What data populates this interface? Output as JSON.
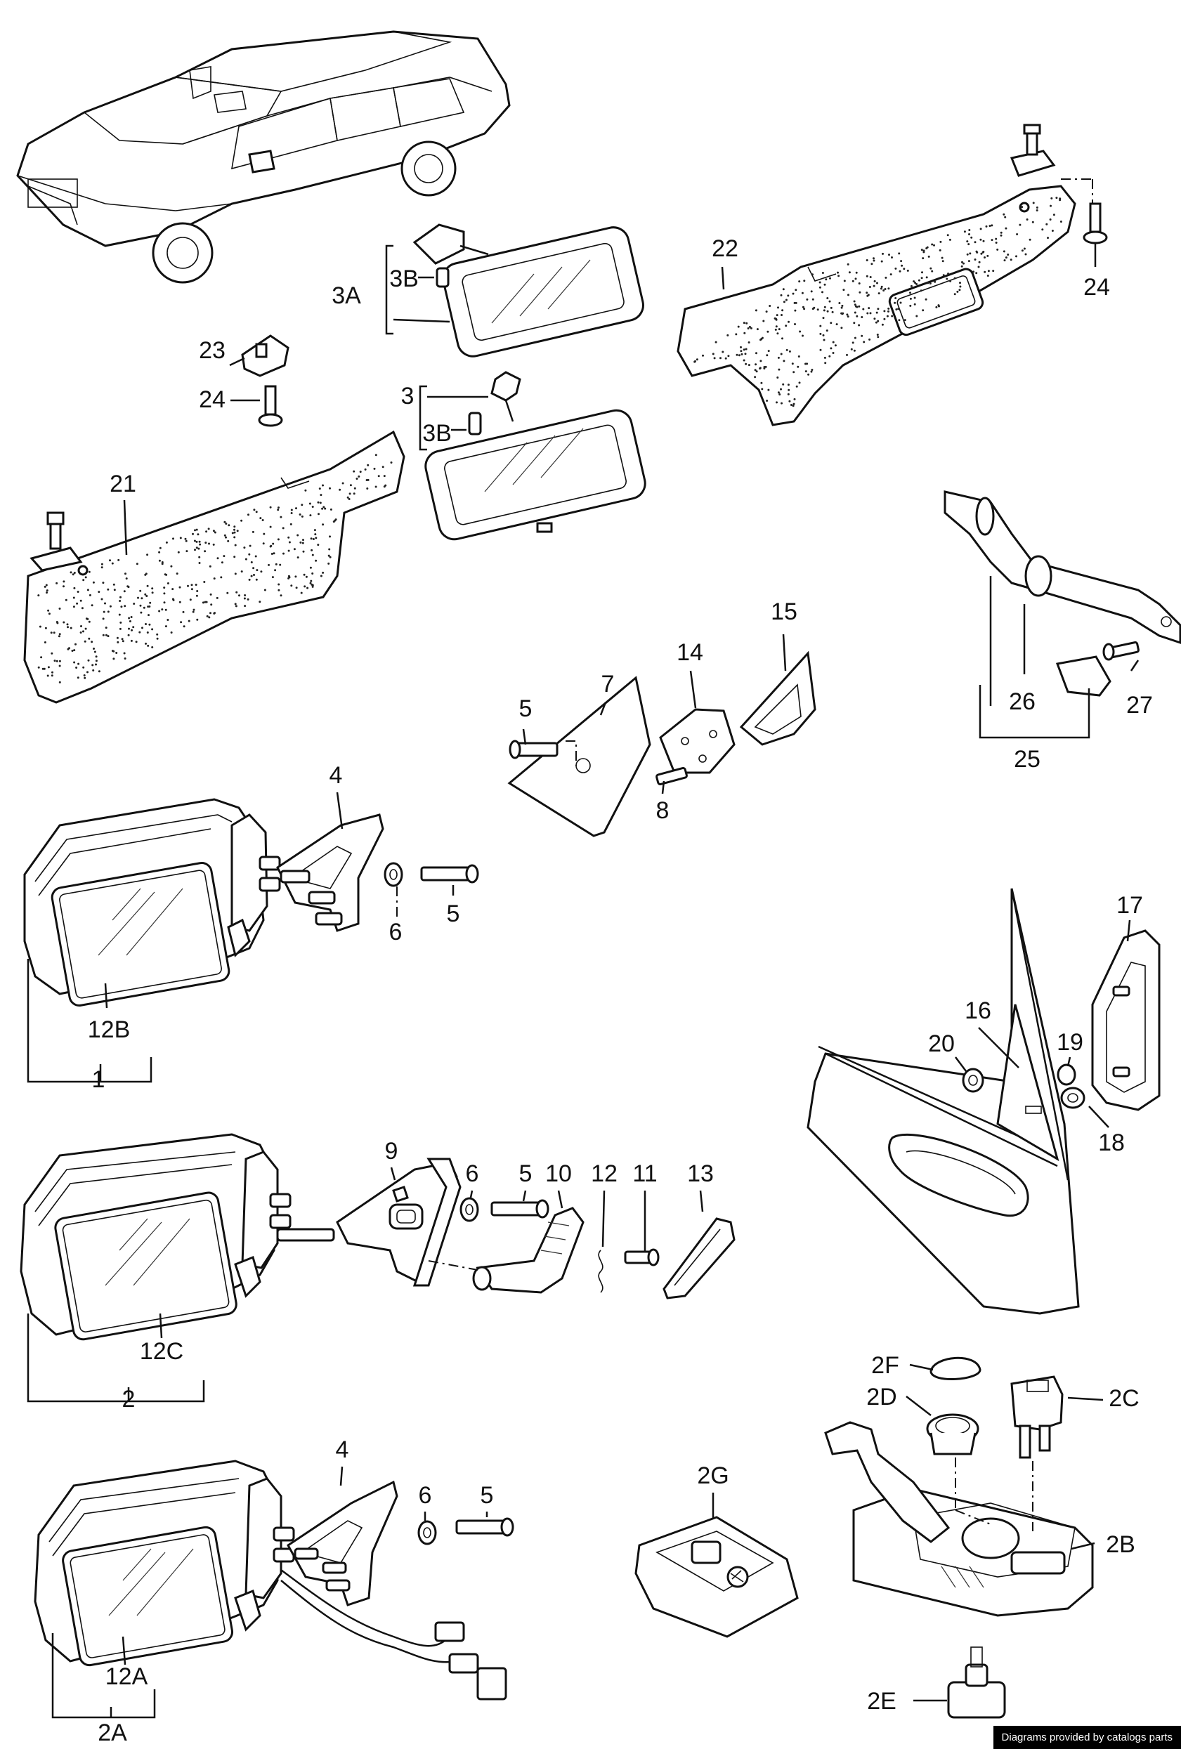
{
  "labels": {
    "c1": "1",
    "c2": "2",
    "c2A": "2A",
    "c2B": "2B",
    "c2C": "2C",
    "c2D": "2D",
    "c2E": "2E",
    "c2F": "2F",
    "c2G": "2G",
    "c3": "3",
    "c3A": "3A",
    "c3B_top": "3B",
    "c3B_bot": "3B",
    "c4_top": "4",
    "c4_bot": "4",
    "c5_a": "5",
    "c5_b": "5",
    "c5_c": "5",
    "c5_d": "5",
    "c6_a": "6",
    "c6_b": "6",
    "c6_c": "6",
    "c7": "7",
    "c8": "8",
    "c9": "9",
    "c10": "10",
    "c11": "11",
    "c12": "12",
    "c12A": "12A",
    "c12B": "12B",
    "c12C": "12C",
    "c13": "13",
    "c14": "14",
    "c15": "15",
    "c16": "16",
    "c17": "17",
    "c18": "18",
    "c19": "19",
    "c20": "20",
    "c21": "21",
    "c22": "22",
    "c23": "23",
    "c24_a": "24",
    "c24_b": "24",
    "c25": "25",
    "c26": "26",
    "c27": "27"
  },
  "credit": "Diagrams provided by catalogs parts"
}
